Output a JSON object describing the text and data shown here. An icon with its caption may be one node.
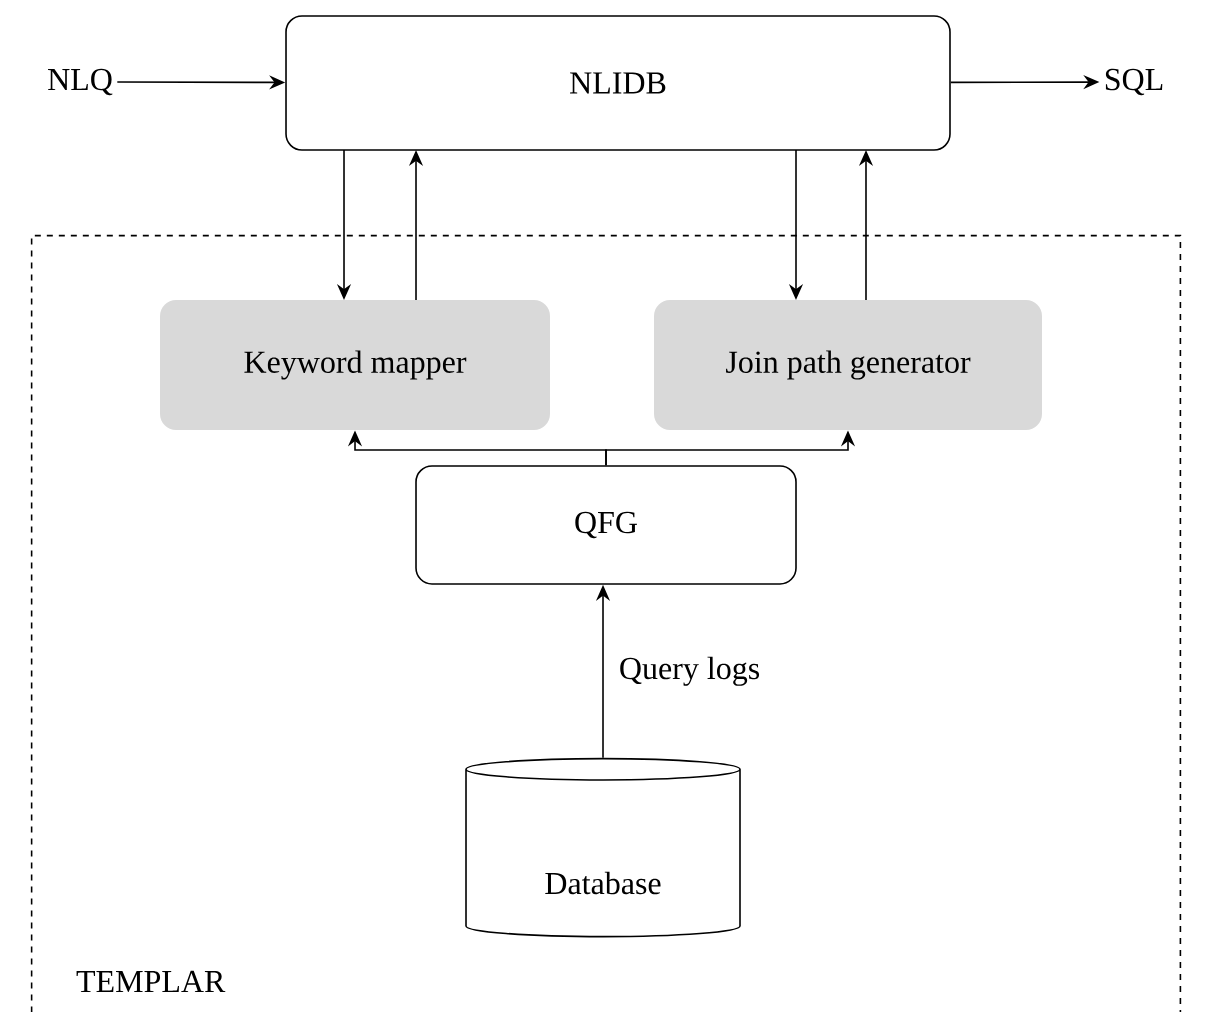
{
  "diagram": {
    "nodes": [
      {
        "text": [
          "NLQ"
        ]
      },
      {
        "text": [
          "NLIDB"
        ]
      },
      {
        "text": [
          "SQL"
        ]
      },
      {
        "text": [
          "TEMPLAR"
        ]
      },
      {
        "text": [
          "Keyword mapper"
        ],
        "in": 3
      },
      {
        "text": [
          "Join path generator"
        ],
        "in": 3
      },
      {
        "text": [
          "QFG"
        ],
        "in": 3
      },
      {
        "text": [
          "Database"
        ],
        "in": 3
      }
    ],
    "edges": [
      {
        "from": 0,
        "to": 1,
        "arrow": "to"
      },
      {
        "from": 1,
        "to": 2,
        "arrow": "to"
      },
      {
        "from": 1,
        "to": 4,
        "arrow": "to"
      },
      {
        "from": 4,
        "to": 1,
        "arrow": "to"
      },
      {
        "from": 1,
        "to": 5,
        "arrow": "to"
      },
      {
        "from": 5,
        "to": 1,
        "arrow": "to"
      },
      {
        "from": 6,
        "to": 4,
        "arrow": "to"
      },
      {
        "from": 6,
        "to": 5,
        "arrow": "to"
      },
      {
        "from": 7,
        "to": 6,
        "arrow": "to",
        "label": "Query logs"
      }
    ]
  }
}
